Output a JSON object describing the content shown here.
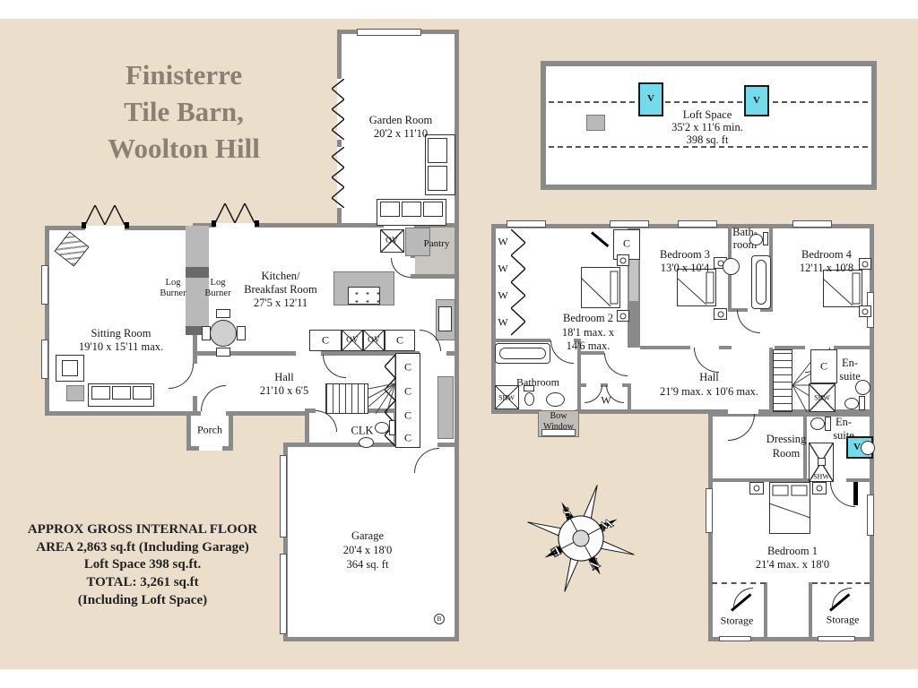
{
  "title": {
    "line1": "Finisterre",
    "line2": "Tile Barn,",
    "line3": "Woolton Hill"
  },
  "summary": {
    "line1": "APPROX GROSS INTERNAL FLOOR",
    "line2": "AREA 2,863 sq.ft (Including Garage)",
    "line3": "Loft Space 398 sq.ft.",
    "line4": "TOTAL: 3,261 sq.ft",
    "line5": "(Including Loft Space)"
  },
  "rooms": {
    "garden": {
      "name": "Garden Room",
      "dims": "20'2 x 11'10"
    },
    "kitchen": {
      "name1": "Kitchen/",
      "name2": "Breakfast Room",
      "dims": "27'5 x 12'11"
    },
    "sitting": {
      "name": "Sitting Room",
      "dims": "19'10 x 15'11 max."
    },
    "hall_ground": {
      "name": "Hall",
      "dims": "21'10 x 6'5"
    },
    "porch": {
      "name": "Porch"
    },
    "clk": {
      "name": "CLK"
    },
    "pantry": {
      "name": "Pantry"
    },
    "garage": {
      "name": "Garage",
      "dims": "20'4 x 18'0",
      "area": "364 sq. ft"
    },
    "loft": {
      "name": "Loft Space",
      "dims": "35'2 x 11'6 min.",
      "area": "398 sq. ft"
    },
    "bedroom1": {
      "name": "Bedroom 1",
      "dims": "21'4 max. x 18'0"
    },
    "bedroom2": {
      "name": "Bedroom 2",
      "dims1": "18'1 max. x",
      "dims2": "14'6 max."
    },
    "bedroom3": {
      "name": "Bedroom 3",
      "dims": "13'0 x 10'4"
    },
    "bedroom4": {
      "name": "Bedroom 4",
      "dims": "12'11 x 10'8"
    },
    "bathroom": {
      "name": "Bathroom"
    },
    "bathroom_top": {
      "name1": "Bath-",
      "name2": "room"
    },
    "hall_first": {
      "name": "Hall",
      "dims": "21'9 max. x 10'6 max."
    },
    "ensuite": {
      "name1": "En-",
      "name2": "suite"
    },
    "dressing": {
      "name1": "Dressing",
      "name2": "Room"
    },
    "storage": {
      "name": "Storage"
    },
    "bow_window": {
      "name1": "Bow",
      "name2": "Window"
    }
  },
  "markers": {
    "wardrobe": "W",
    "cupboard": "C",
    "oven": "OV",
    "shower": "SHW",
    "velux": "V",
    "boiler": "B",
    "log1": "Log",
    "log2": "Burner"
  },
  "compass": {
    "n": "N",
    "s": "S",
    "e": "E",
    "w": "W"
  },
  "colors": {
    "background": "#ebdfcc",
    "wall": "#8a8a8a",
    "velux_fill": "#72dcec",
    "title_text": "#8b8173",
    "unit_fill": "#b9b9b9"
  }
}
